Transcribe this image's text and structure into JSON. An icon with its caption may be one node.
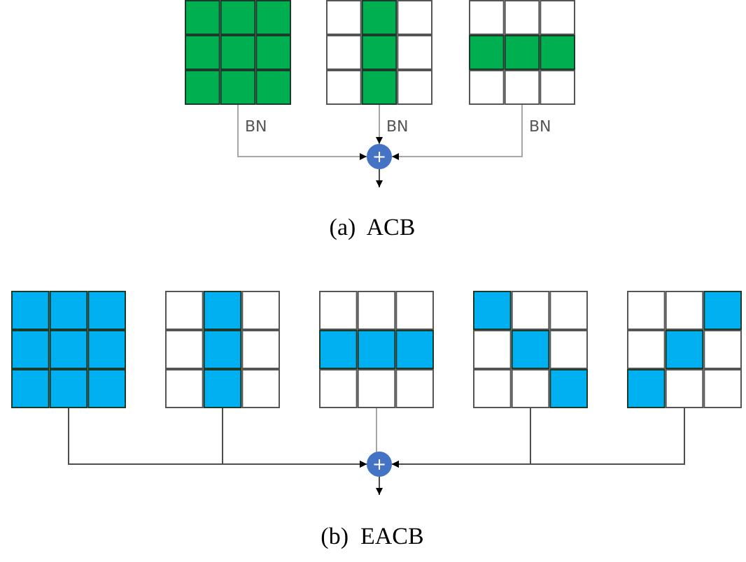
{
  "diagram": {
    "nodes": [
      {
        "text": [],
        "shape": "grid"
      },
      {
        "text": [],
        "shape": "grid"
      },
      {
        "text": [],
        "shape": "grid"
      },
      {
        "text": [
          "+"
        ]
      },
      {
        "text": [],
        "shape": "grid"
      },
      {
        "text": [],
        "shape": "grid"
      },
      {
        "text": [],
        "shape": "grid"
      },
      {
        "text": [],
        "shape": "grid"
      },
      {
        "text": [],
        "shape": "grid"
      },
      {
        "text": [
          "+"
        ]
      }
    ],
    "edges": [
      {
        "from": 0,
        "to": 3,
        "arrow": "to",
        "label": "BN",
        "color": "#a6a6a6"
      },
      {
        "from": 1,
        "to": 3,
        "arrow": "to",
        "label": "BN",
        "color": "#a6a6a6"
      },
      {
        "from": 2,
        "to": 3,
        "arrow": "to",
        "label": "BN",
        "color": "#a6a6a6"
      },
      {
        "from": 3,
        "to": null,
        "arrow": "to"
      },
      {
        "from": 4,
        "to": 9,
        "arrow": "to"
      },
      {
        "from": 5,
        "to": 9,
        "arrow": "to"
      },
      {
        "from": 6,
        "to": 9,
        "arrow": "to",
        "color": "#a6a6a6"
      },
      {
        "from": 7,
        "to": 9,
        "arrow": "to"
      },
      {
        "from": 8,
        "to": 9,
        "arrow": "to"
      },
      {
        "from": 9,
        "to": null,
        "arrow": "to"
      }
    ],
    "labels": [
      "(a)  ACB",
      "(b)  EACB"
    ]
  }
}
